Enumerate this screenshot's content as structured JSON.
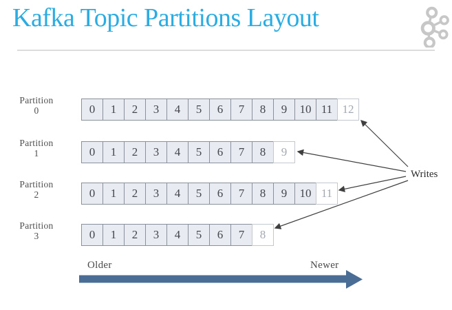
{
  "slide": {
    "title": "Kafka Topic Partitions Layout"
  },
  "partitions": [
    {
      "name": "Partition",
      "number": "0",
      "committed": [
        "0",
        "1",
        "2",
        "3",
        "4",
        "5",
        "6",
        "7",
        "8",
        "9",
        "10",
        "11"
      ],
      "next": "12"
    },
    {
      "name": "Partition",
      "number": "1",
      "committed": [
        "0",
        "1",
        "2",
        "3",
        "4",
        "5",
        "6",
        "7",
        "8"
      ],
      "next": "9"
    },
    {
      "name": "Partition",
      "number": "2",
      "committed": [
        "0",
        "1",
        "2",
        "3",
        "4",
        "5",
        "6",
        "7",
        "8",
        "9",
        "10"
      ],
      "next": "11"
    },
    {
      "name": "Partition",
      "number": "3",
      "committed": [
        "0",
        "1",
        "2",
        "3",
        "4",
        "5",
        "6",
        "7"
      ],
      "next": "8"
    }
  ],
  "writes_label": "Writes",
  "timeline": {
    "older": "Older",
    "newer": "Newer"
  },
  "colors": {
    "title": "#2BACE2",
    "cell_fill": "#E8ECF2",
    "cell_border": "#8A9099",
    "next_cell_fill": "#FFFFFF",
    "next_cell_border": "#C3C8CD",
    "next_cell_text": "#A3A9B1",
    "write_arrow": "#3F3F3F",
    "timeline_arrow": "#4A6D96",
    "logo_gray": "#C7C7C7"
  }
}
